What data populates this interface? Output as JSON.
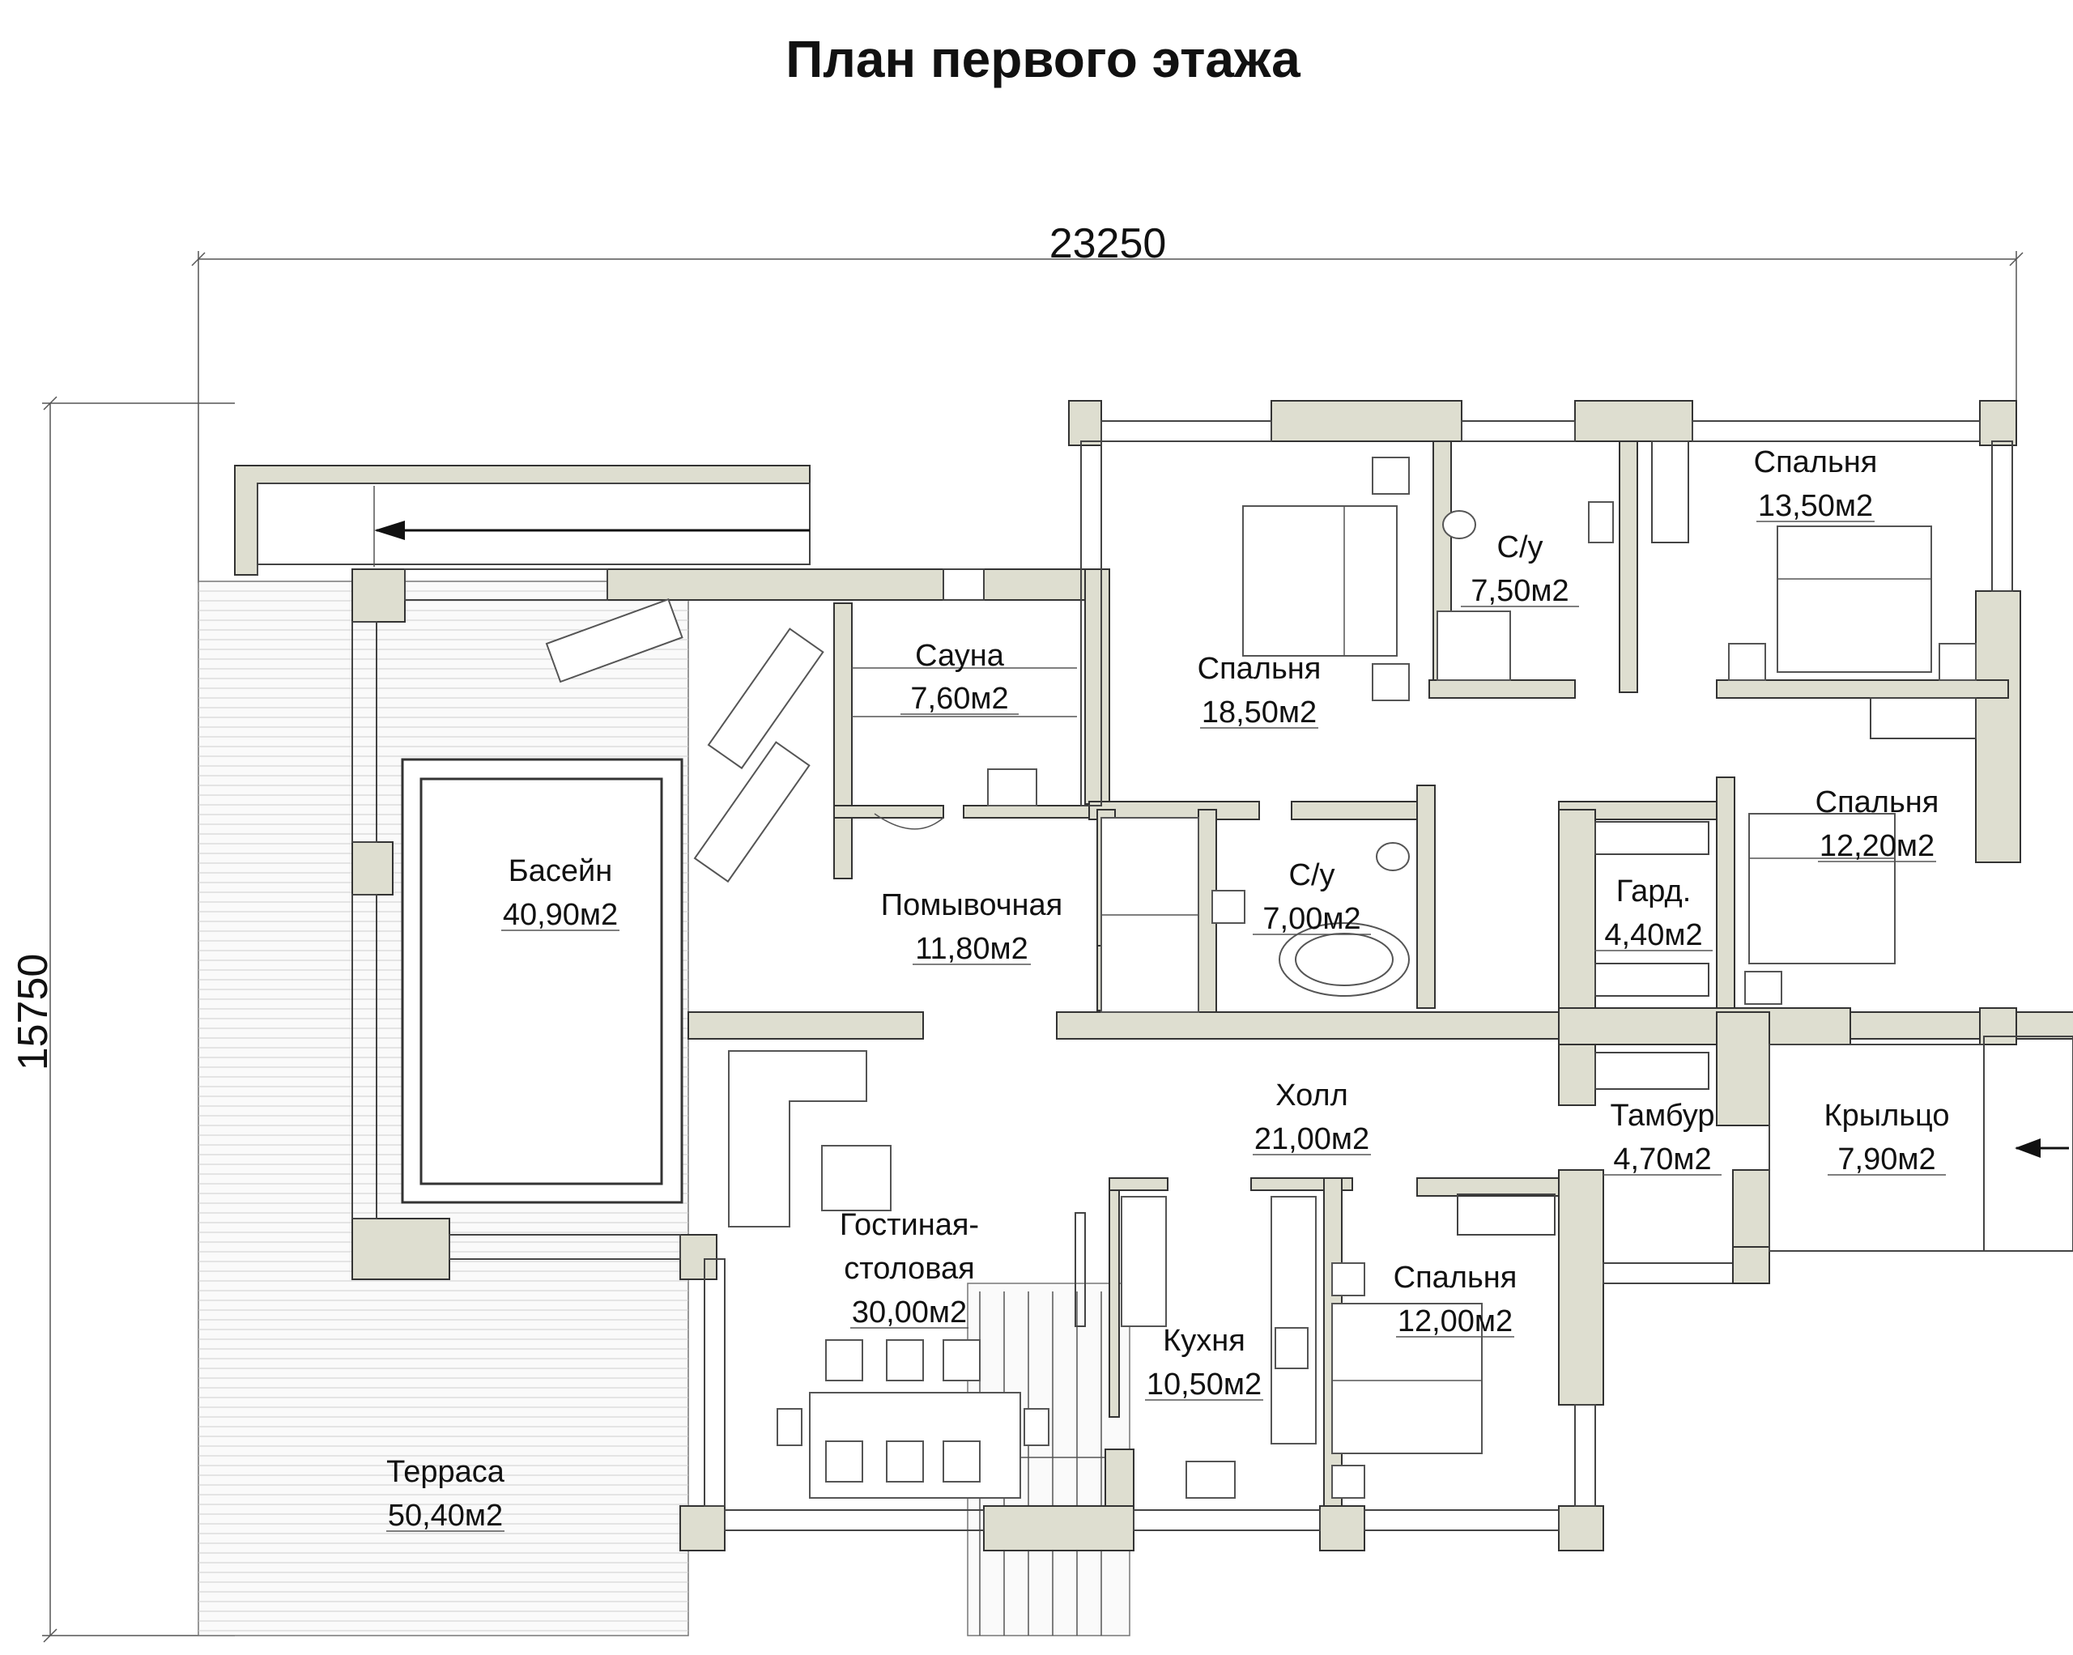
{
  "title": "План первого этажа",
  "dimensions": {
    "width": "23250",
    "height": "15750"
  },
  "rooms": [
    {
      "name": "Сауна",
      "area": "7,60м2"
    },
    {
      "name": "Спальня",
      "area": "18,50м2"
    },
    {
      "name": "С/у",
      "area": "7,50м2"
    },
    {
      "name": "Спальня",
      "area": "13,50м2"
    },
    {
      "name": "Басейн",
      "area": "40,90м2"
    },
    {
      "name": "Помывочная",
      "area": "11,80м2"
    },
    {
      "name": "С/у",
      "area": "7,00м2"
    },
    {
      "name": "Гард.",
      "area": "4,40м2"
    },
    {
      "name": "Спальня",
      "area": "12,20м2"
    },
    {
      "name": "Холл",
      "area": "21,00м2"
    },
    {
      "name": "Тамбур",
      "area": "4,70м2"
    },
    {
      "name": "Крыльцо",
      "area": "7,90м2"
    },
    {
      "name": "Гостиная-",
      "line2": "столовая",
      "area": "30,00м2"
    },
    {
      "name": "Кухня",
      "area": "10,50м2"
    },
    {
      "name": "Спальня",
      "area": "12,00м2"
    },
    {
      "name": "Терраса",
      "area": "50,40м2"
    }
  ],
  "colors": {
    "wall": "#deded0",
    "line": "#333333",
    "background": "#ffffff"
  }
}
